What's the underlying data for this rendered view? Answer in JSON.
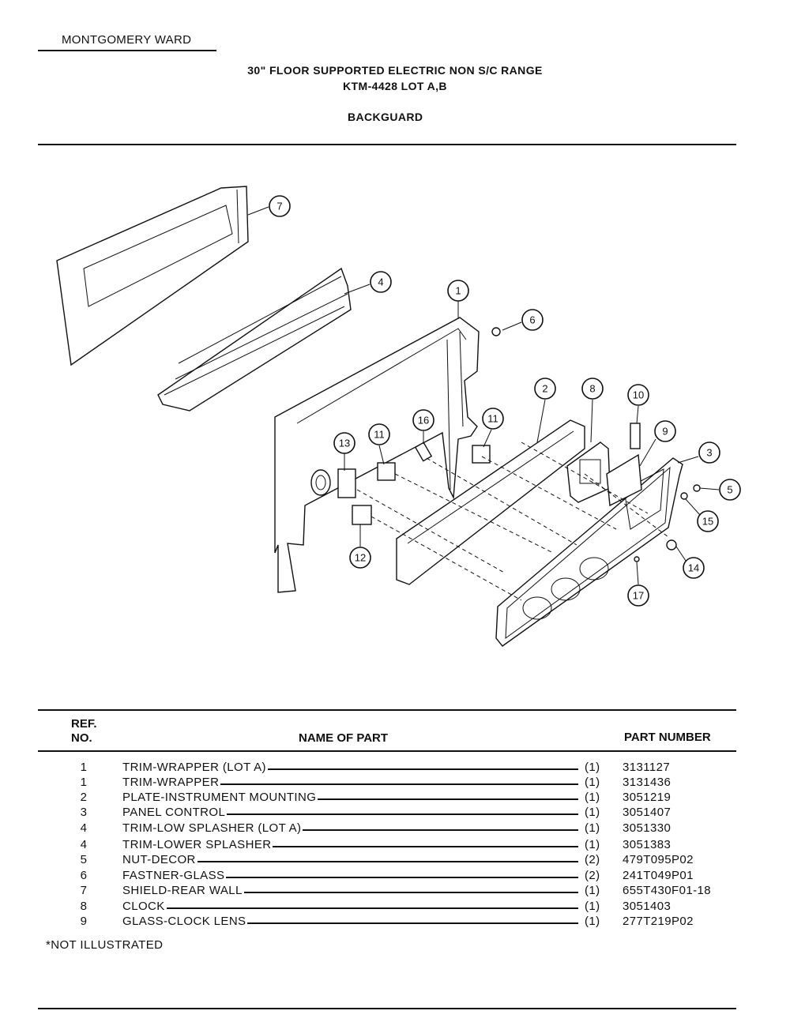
{
  "header": {
    "brand": "MONTGOMERY WARD",
    "title_line1": "30\" FLOOR SUPPORTED ELECTRIC NON S/C RANGE",
    "title_line2": "KTM-4428 LOT A,B",
    "section": "BACKGUARD"
  },
  "diagram": {
    "callouts": [
      "7",
      "4",
      "1",
      "6",
      "2",
      "8",
      "10",
      "9",
      "3",
      "5",
      "15",
      "14",
      "17",
      "12",
      "13",
      "11",
      "16",
      "11"
    ]
  },
  "table": {
    "col_ref_line1": "REF.",
    "col_ref_line2": "NO.",
    "col_name": "NAME OF PART",
    "col_part": "PART NUMBER",
    "rows": [
      {
        "ref": "1",
        "name": "TRIM-WRAPPER (LOT A)",
        "qty": "(1)",
        "part": "3131127"
      },
      {
        "ref": "1",
        "name": "TRIM-WRAPPER",
        "qty": "(1)",
        "part": "3131436"
      },
      {
        "ref": "2",
        "name": "PLATE-INSTRUMENT MOUNTING",
        "qty": "(1)",
        "part": "3051219"
      },
      {
        "ref": "3",
        "name": "PANEL CONTROL",
        "qty": "(1)",
        "part": "3051407"
      },
      {
        "ref": "4",
        "name": "TRIM-LOW SPLASHER (LOT A)",
        "qty": "(1)",
        "part": "3051330"
      },
      {
        "ref": "4",
        "name": "TRIM-LOWER SPLASHER",
        "qty": "(1)",
        "part": "3051383"
      },
      {
        "ref": "5",
        "name": "NUT-DECOR",
        "qty": "(2)",
        "part": "479T095P02"
      },
      {
        "ref": "6",
        "name": "FASTNER-GLASS",
        "qty": "(2)",
        "part": "241T049P01"
      },
      {
        "ref": "7",
        "name": "SHIELD-REAR WALL",
        "qty": "(1)",
        "part": "655T430F01-18"
      },
      {
        "ref": "8",
        "name": "CLOCK",
        "qty": "(1)",
        "part": "3051403"
      },
      {
        "ref": "9",
        "name": "GLASS-CLOCK LENS",
        "qty": "(1)",
        "part": "277T219P02"
      }
    ]
  },
  "footnote": "*NOT ILLUSTRATED"
}
